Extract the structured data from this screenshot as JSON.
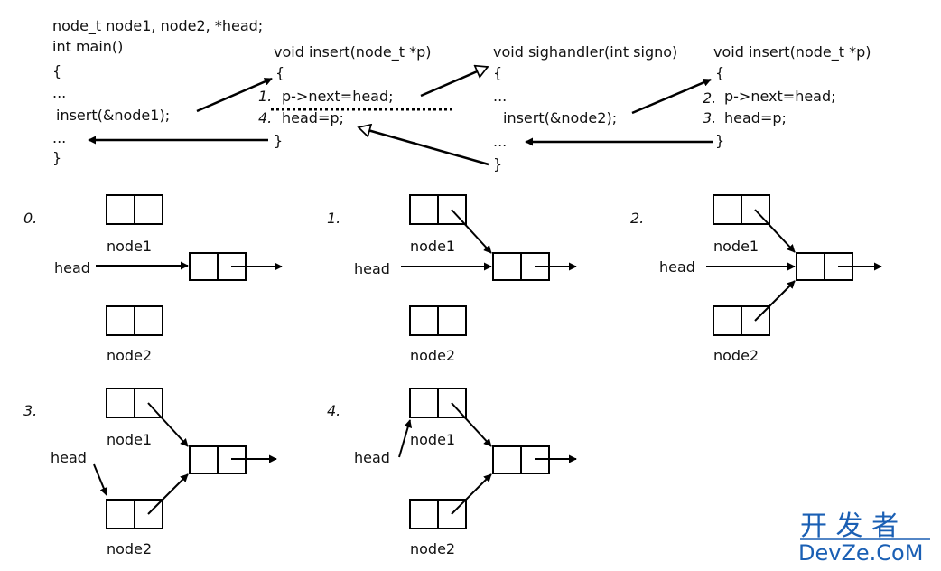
{
  "code": {
    "main_lines": [
      "node_t node1, node2, *head;",
      "int main()",
      "{",
      "...",
      " insert(&node1);",
      "...",
      "}"
    ],
    "insert1_lines": [
      "void insert(node_t *p)",
      "{",
      "p->next=head;",
      "head=p;",
      "}"
    ],
    "insert1_steps": [
      "1.",
      "4."
    ],
    "handler_lines": [
      "void sighandler(int signo)",
      "{",
      "...",
      "insert(&node2);",
      "...",
      "}"
    ],
    "insert2_lines": [
      "void insert(node_t *p)",
      "{",
      "p->next=head;",
      "head=p;",
      "}"
    ],
    "insert2_steps": [
      "2.",
      "3."
    ]
  },
  "states": [
    {
      "step": "0.",
      "node1": "node1",
      "node2": "node2",
      "head": "head"
    },
    {
      "step": "1.",
      "node1": "node1",
      "node2": "node2",
      "head": "head"
    },
    {
      "step": "2.",
      "node1": "node1",
      "node2": "node2",
      "head": "head"
    },
    {
      "step": "3.",
      "node1": "node1",
      "node2": "node2",
      "head": "head"
    },
    {
      "step": "4.",
      "node1": "node1",
      "node2": "node2",
      "head": "head"
    }
  ],
  "watermark": {
    "cn": "开 发 者",
    "en": "DevZe.CoM"
  }
}
